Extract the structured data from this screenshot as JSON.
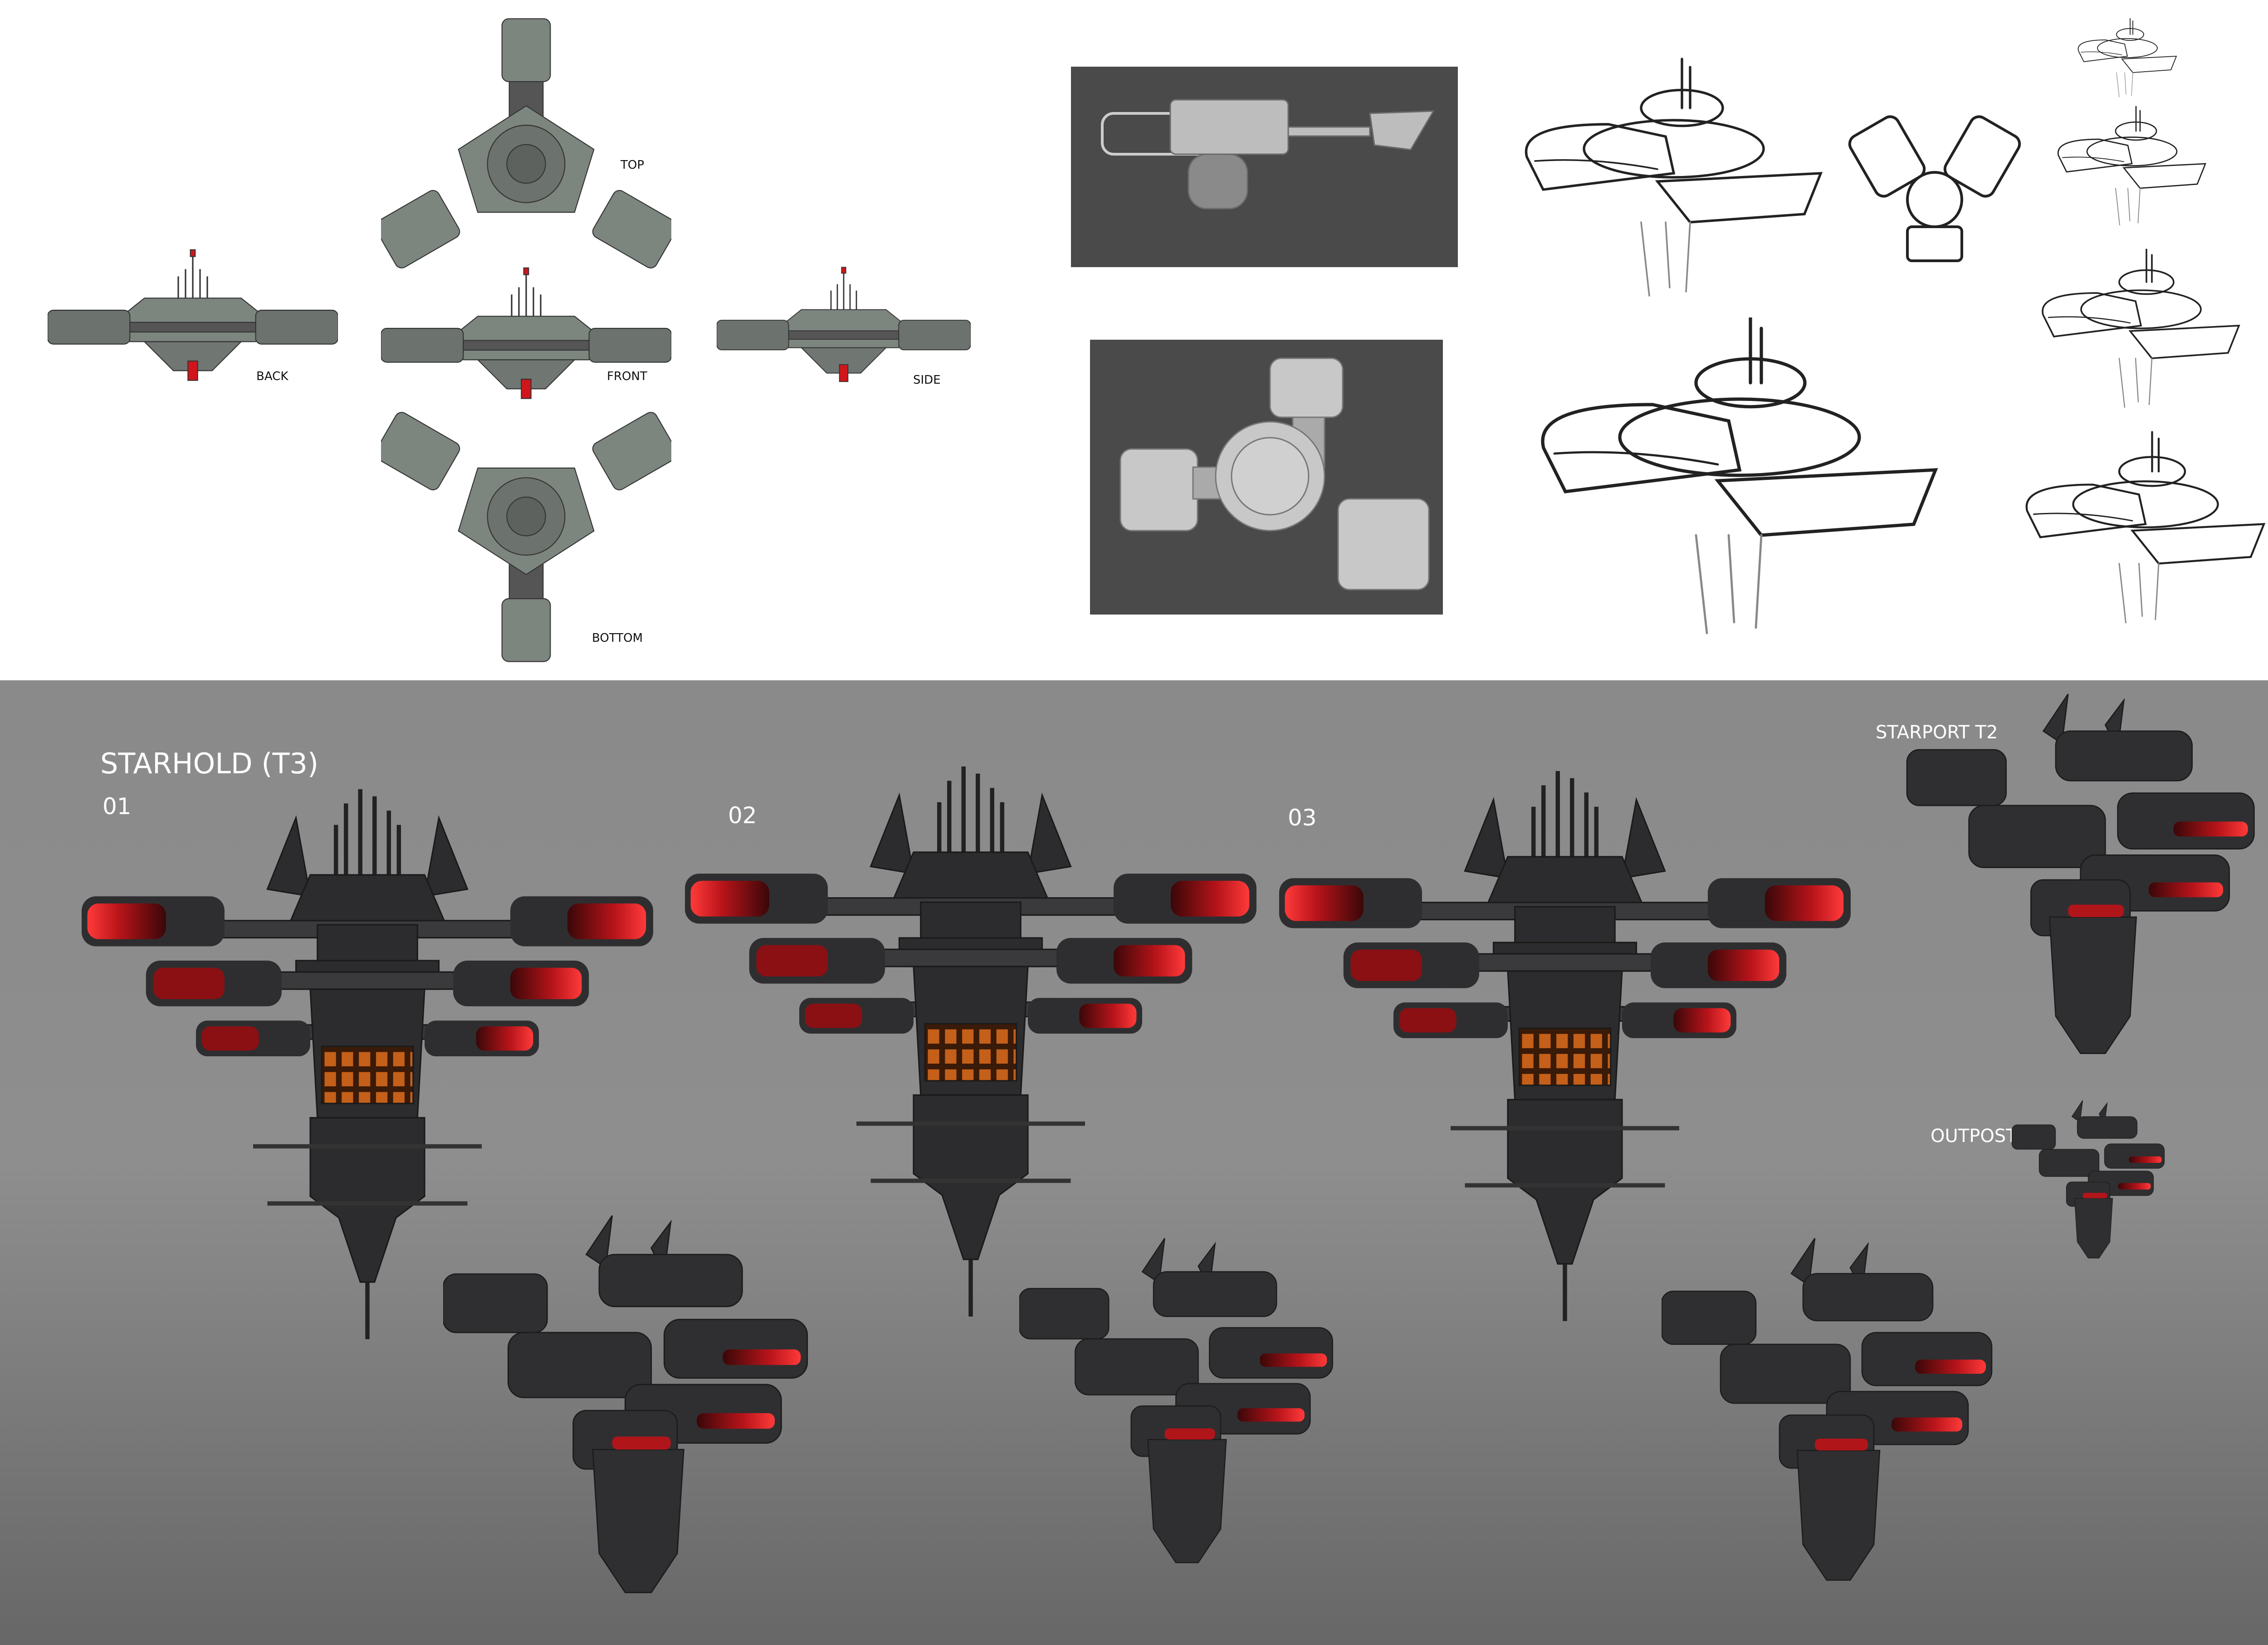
{
  "orthographic_views": {
    "top": "TOP",
    "back": "BACK",
    "front": "FRONT",
    "side": "SIDE",
    "bottom": "BOTTOM"
  },
  "renders": {
    "title": "STARHOLD (T3)",
    "variants": [
      "01",
      "02",
      "03"
    ],
    "starport": "STARPORT T2",
    "outpost": "OUTPOST T1"
  },
  "colors": {
    "accent_red": "#d0161a",
    "hull_light": "#7d857f",
    "hull_dark": "#2e2e30",
    "render_bg": "#4a4a4a"
  }
}
